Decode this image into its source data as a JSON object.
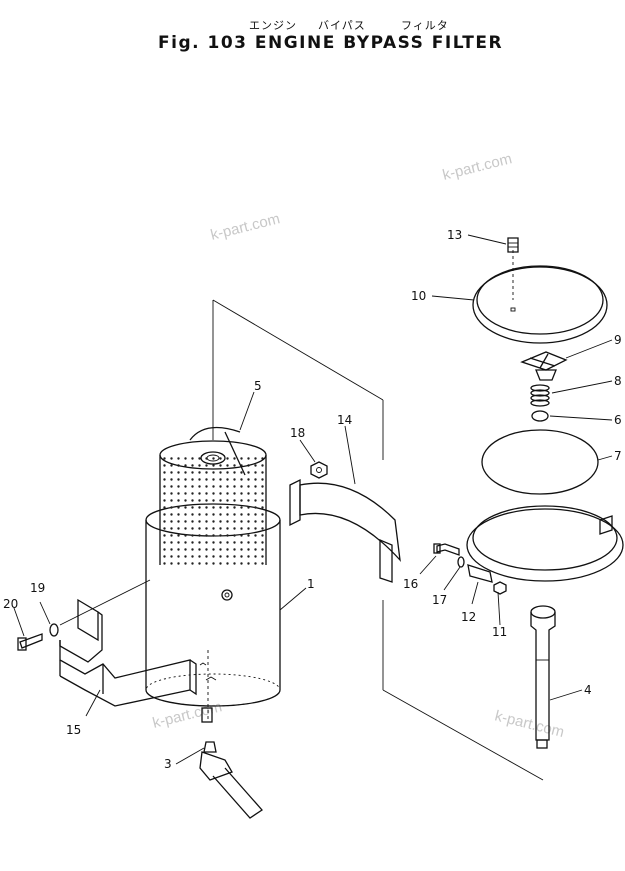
{
  "header": {
    "jp_engine": "エンジン",
    "jp_bypass": "バイパス",
    "jp_filter": "フィルタ",
    "title": "Fig. 103  ENGINE  BYPASS  FILTER"
  },
  "watermark": "k-part.com",
  "callouts": {
    "c1": "1",
    "c3": "3",
    "c4": "4",
    "c5": "5",
    "c6": "6",
    "c7": "7",
    "c8": "8",
    "c9": "9",
    "c10": "10",
    "c11": "11",
    "c12": "12",
    "c13": "13",
    "c14": "14",
    "c15": "15",
    "c16": "16",
    "c17": "17",
    "c18": "18",
    "c19": "19",
    "c20": "20"
  }
}
